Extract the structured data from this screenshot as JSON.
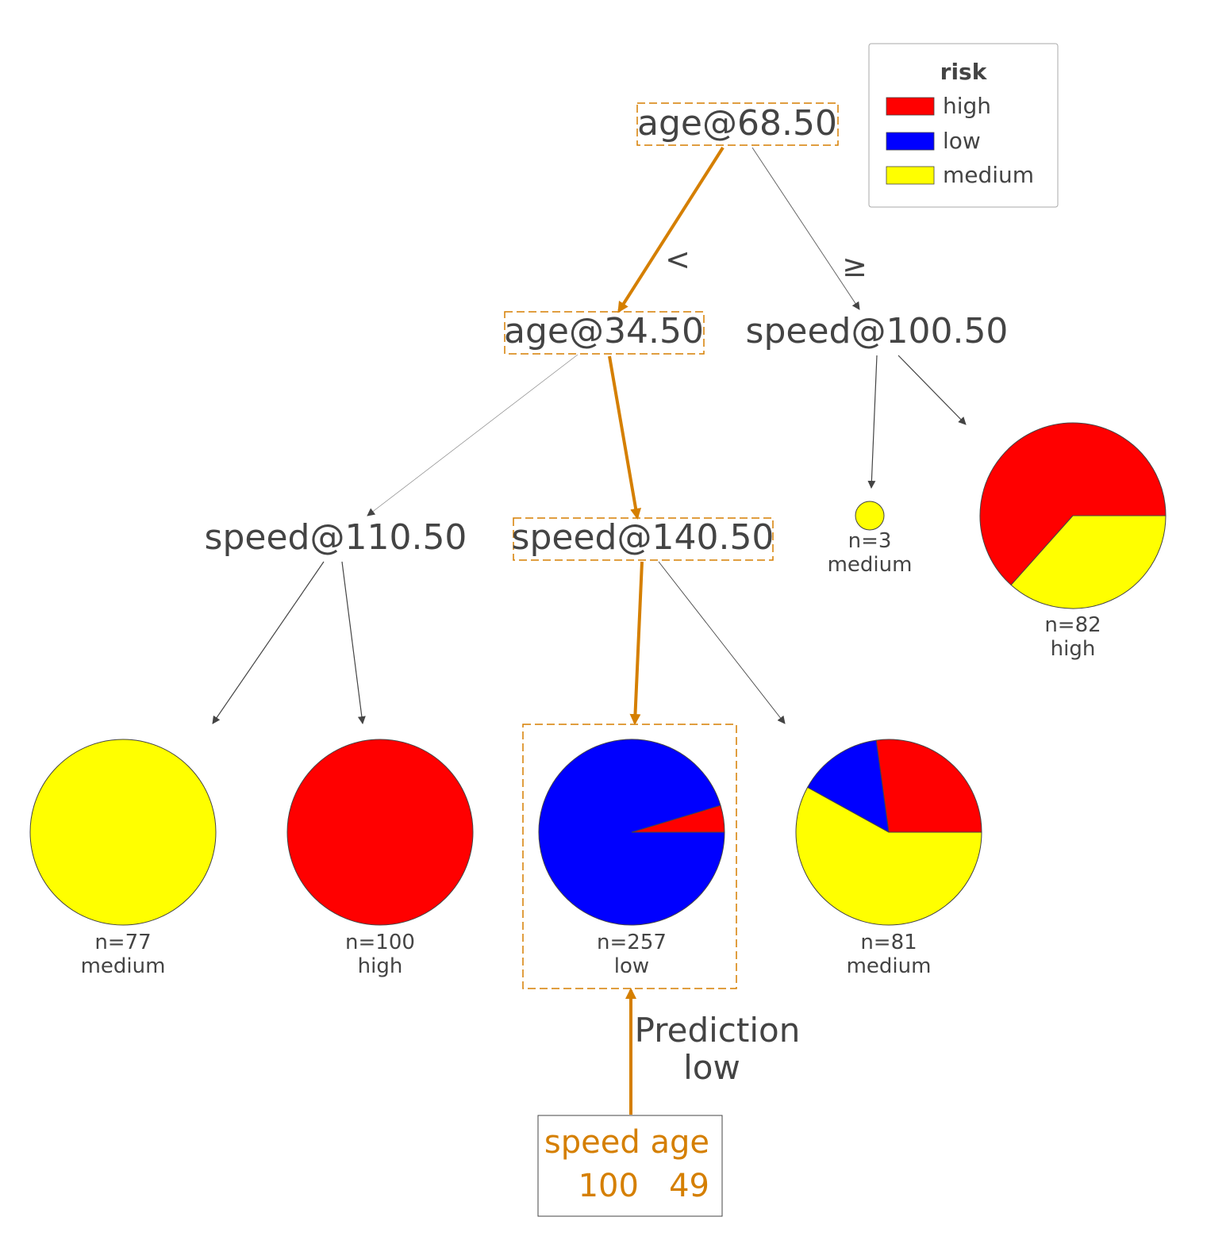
{
  "legend": {
    "title": "risk",
    "items": [
      {
        "label": "high",
        "color": "#ff0000"
      },
      {
        "label": "low",
        "color": "#0000ff"
      },
      {
        "label": "medium",
        "color": "#ffff00"
      }
    ]
  },
  "nodes": {
    "root": {
      "label": "age@68.50"
    },
    "age_split": {
      "label": "age@34.50"
    },
    "speed_right": {
      "label": "speed@100.50"
    },
    "speed_left": {
      "label": "speed@110.50"
    },
    "speed_mid": {
      "label": "speed@140.50"
    }
  },
  "edge_labels": {
    "lt": "<",
    "ge": "≥"
  },
  "leaves": [
    {
      "id": "leaf1",
      "n_label": "n=77",
      "class_label": "medium",
      "n": 77,
      "high": 0,
      "low": 0,
      "medium": 77
    },
    {
      "id": "leaf2",
      "n_label": "n=100",
      "class_label": "high",
      "n": 100,
      "high": 100,
      "low": 0,
      "medium": 0
    },
    {
      "id": "leaf3",
      "n_label": "n=257",
      "class_label": "low",
      "n": 257,
      "high": 12,
      "low": 245,
      "medium": 0
    },
    {
      "id": "leaf4",
      "n_label": "n=81",
      "class_label": "medium",
      "n": 81,
      "high": 22,
      "low": 12,
      "medium": 47
    },
    {
      "id": "leaf5",
      "n_label": "n=3",
      "class_label": "medium",
      "n": 3,
      "high": 0,
      "low": 0,
      "medium": 3
    },
    {
      "id": "leaf6",
      "n_label": "n=82",
      "class_label": "high",
      "n": 82,
      "high": 52,
      "low": 0,
      "medium": 30
    }
  ],
  "prediction": {
    "line1": "Prediction",
    "line2": "low",
    "instance_header": "speed age",
    "instance_values": "100   49"
  },
  "colors": {
    "high": "#ff0000",
    "low": "#0000ff",
    "medium": "#ffff00",
    "highlight": "#d57f00",
    "text": "#444444"
  }
}
